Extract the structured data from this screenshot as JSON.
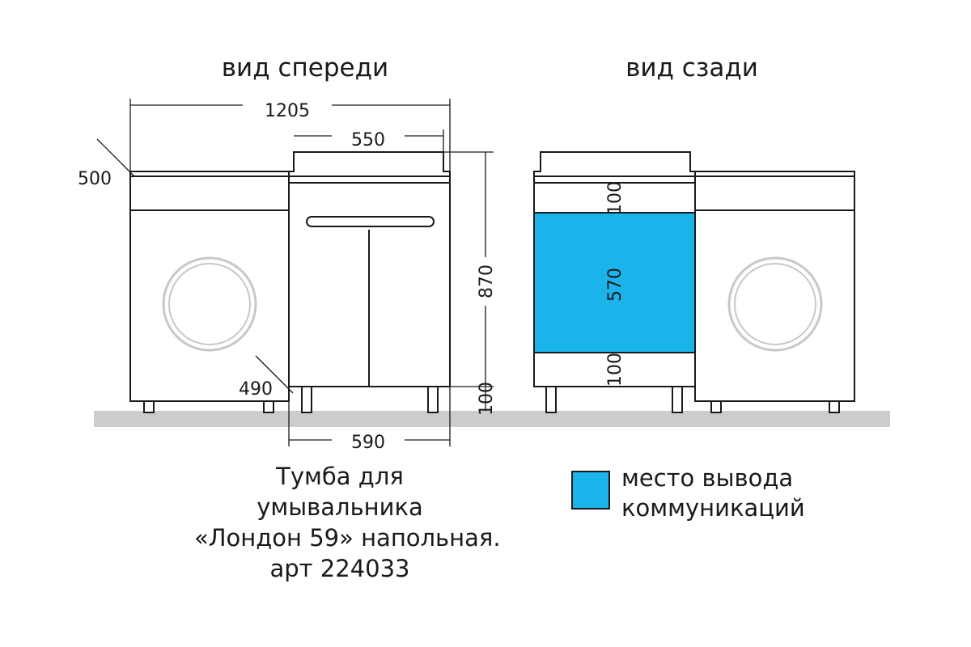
{
  "views": {
    "front_label": "вид спереди",
    "back_label": "вид сзади"
  },
  "dimensions": {
    "total_width": "1205",
    "sink_width": "550",
    "machine_depth": "500",
    "cabinet_depth": "490",
    "height": "870",
    "leg_height": "100",
    "cabinet_width": "590",
    "back_top_zone": "100",
    "back_opening": "570",
    "back_bottom_zone": "100"
  },
  "caption": {
    "line1": "Тумба для",
    "line2": "умывальника",
    "line3": "«Лондон 59» напольная.",
    "line4": "арт 224033"
  },
  "legend": {
    "line1": "место вывода",
    "line2": "коммуникаций",
    "swatch_color": "#1ab3ea"
  },
  "colors": {
    "outline": "#1a1a1a",
    "floor": "#cccccc",
    "opening": "#1ab3ea",
    "drum": "#c8c8c8"
  }
}
